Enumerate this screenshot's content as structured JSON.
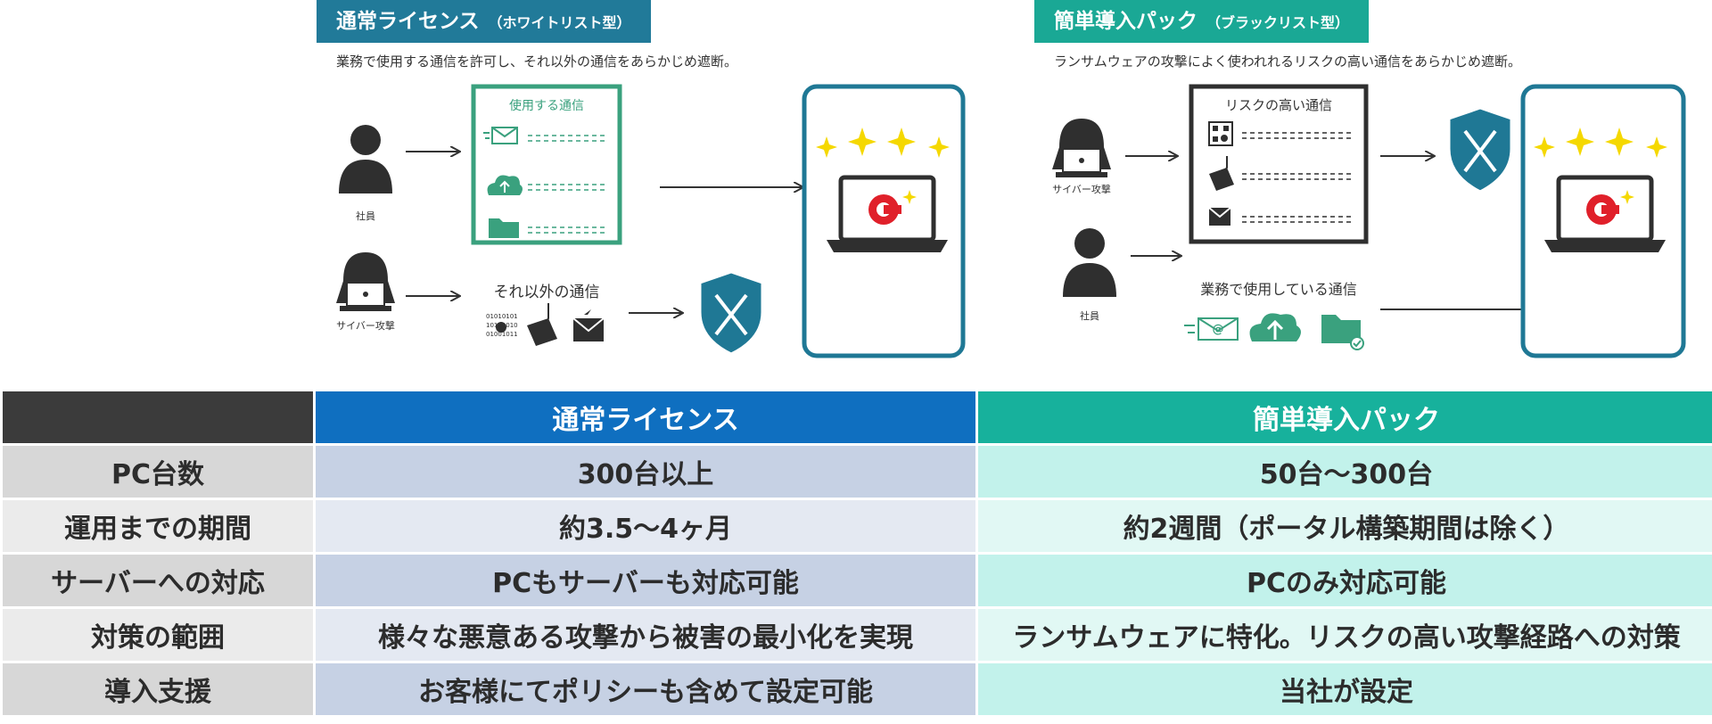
{
  "left_panel": {
    "title": "通常ライセンス",
    "title_sub": "（ホワイトリスト型）",
    "description": "業務で使用する通信を許可し、それ以外の通信をあらかじめ遮断。",
    "allowed_box_title": "使用する通信",
    "employee_label": "社員",
    "attacker_label": "サイバー攻撃",
    "other_traffic_label": "それ以外の通信",
    "icons": [
      "email-icon",
      "cloud-upload-icon",
      "folder-icon",
      "binary-bug-icon",
      "hook-icon",
      "malicious-mail-icon",
      "shield-swords-icon",
      "laptop-icon"
    ]
  },
  "right_panel": {
    "title": "簡単導入パック",
    "title_sub": "（ブラックリスト型）",
    "description": "ランサムウェアの攻撃によく使われれるリスクの高い通信をあらかじめ遮断。",
    "risky_box_title": "リスクの高い通信",
    "attacker_label": "サイバー攻撃",
    "employee_label": "社員",
    "business_traffic_label": "業務で使用している通信",
    "icons": [
      "qr-bug-icon",
      "hook-icon",
      "malicious-mail-icon",
      "shield-swords-icon",
      "email-icon",
      "cloud-upload-icon",
      "folder-icon",
      "laptop-icon"
    ]
  },
  "table": {
    "headers": [
      "",
      "通常ライセンス",
      "簡単導入パック"
    ],
    "rows": [
      {
        "label": "PC台数",
        "left": "300台以上",
        "right": "50台～300台"
      },
      {
        "label": "運用までの期間",
        "left": "約3.5～4ヶ月",
        "right": "約2週間（ポータル構築期間は除く）"
      },
      {
        "label": "サーバーへの対応",
        "left": "PCもサーバーも対応可能",
        "right": "PCのみ対応可能"
      },
      {
        "label": "対策の範囲",
        "left": "様々な悪意ある攻撃から被害の最小化を実現",
        "right": "ランサムウェアに特化。リスクの高い攻撃経路への対策"
      },
      {
        "label": "導入支援",
        "left": "お客様にてポリシーも含めて設定可能",
        "right": "当社が設定"
      }
    ]
  },
  "colors": {
    "left_accent": "#217a99",
    "right_accent": "#1aa895",
    "table_left_header": "#0f6fc0",
    "table_right_header": "#17b19c",
    "logo_red": "#e0202a",
    "sparkle_yellow": "#f5d800",
    "whitelist_green": "#3aa17e"
  }
}
